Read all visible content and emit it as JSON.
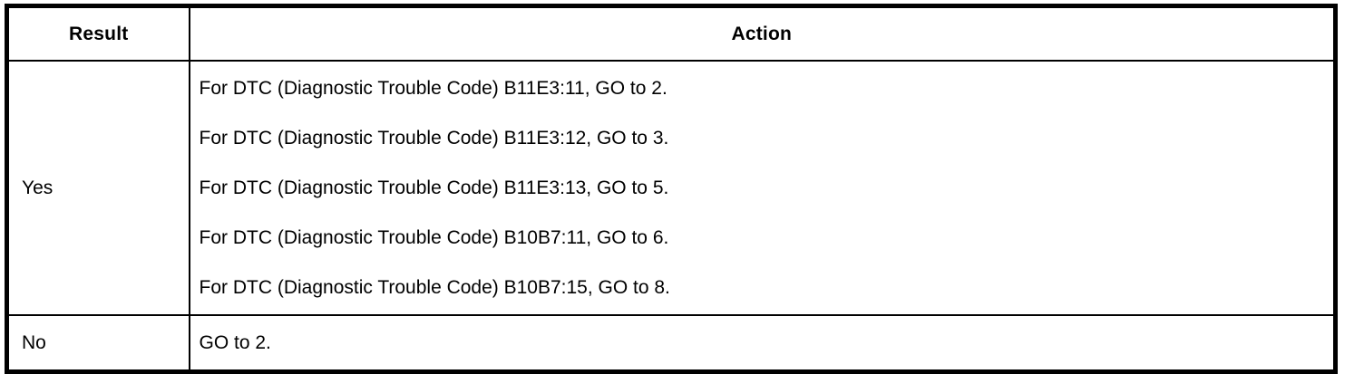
{
  "table": {
    "colors": {
      "border": "#000000",
      "text": "#000000",
      "background": "#ffffff"
    },
    "columns": [
      {
        "label": "Result"
      },
      {
        "label": "Action"
      }
    ],
    "rows": [
      {
        "result": "Yes",
        "actions": [
          "For DTC (Diagnostic Trouble Code) B11E3:11, GO to 2.",
          "For DTC (Diagnostic Trouble Code) B11E3:12, GO to 3.",
          "For DTC (Diagnostic Trouble Code) B11E3:13, GO to 5.",
          "For DTC (Diagnostic Trouble Code) B10B7:11, GO to 6.",
          "For DTC (Diagnostic Trouble Code) B10B7:15, GO to 8."
        ]
      },
      {
        "result": "No",
        "actions": [
          "GO to 2."
        ]
      }
    ]
  }
}
